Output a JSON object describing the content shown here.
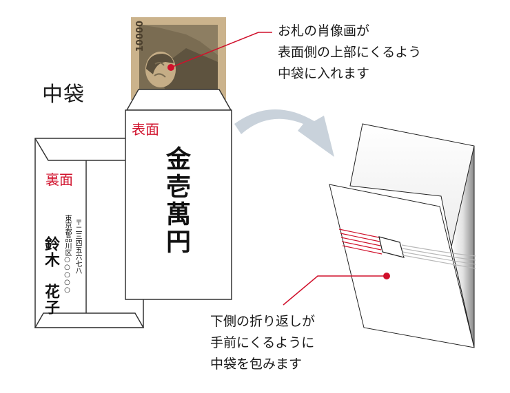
{
  "title": "中袋",
  "captions": {
    "top": [
      "お札の肖像画が",
      "表面側の上部にくるよう",
      "中袋に入れます"
    ],
    "bottom": [
      "下側の折り返しが",
      "手前にくるように",
      "中袋を包みます"
    ]
  },
  "envelope_front": {
    "label": "表面",
    "amount": "金壱萬円"
  },
  "envelope_back": {
    "label": "裏面",
    "postal_code": "〒二三四五六七八",
    "address": "東京都品川区○○○○○",
    "name": "鈴木　花子"
  },
  "banknote": {
    "denomination": "10000"
  },
  "colors": {
    "accent_red": "#d0102b",
    "arrow_gray": "#c9d2db",
    "banknote_tan": "#c8b08a",
    "banknote_dark": "#6d6148"
  }
}
